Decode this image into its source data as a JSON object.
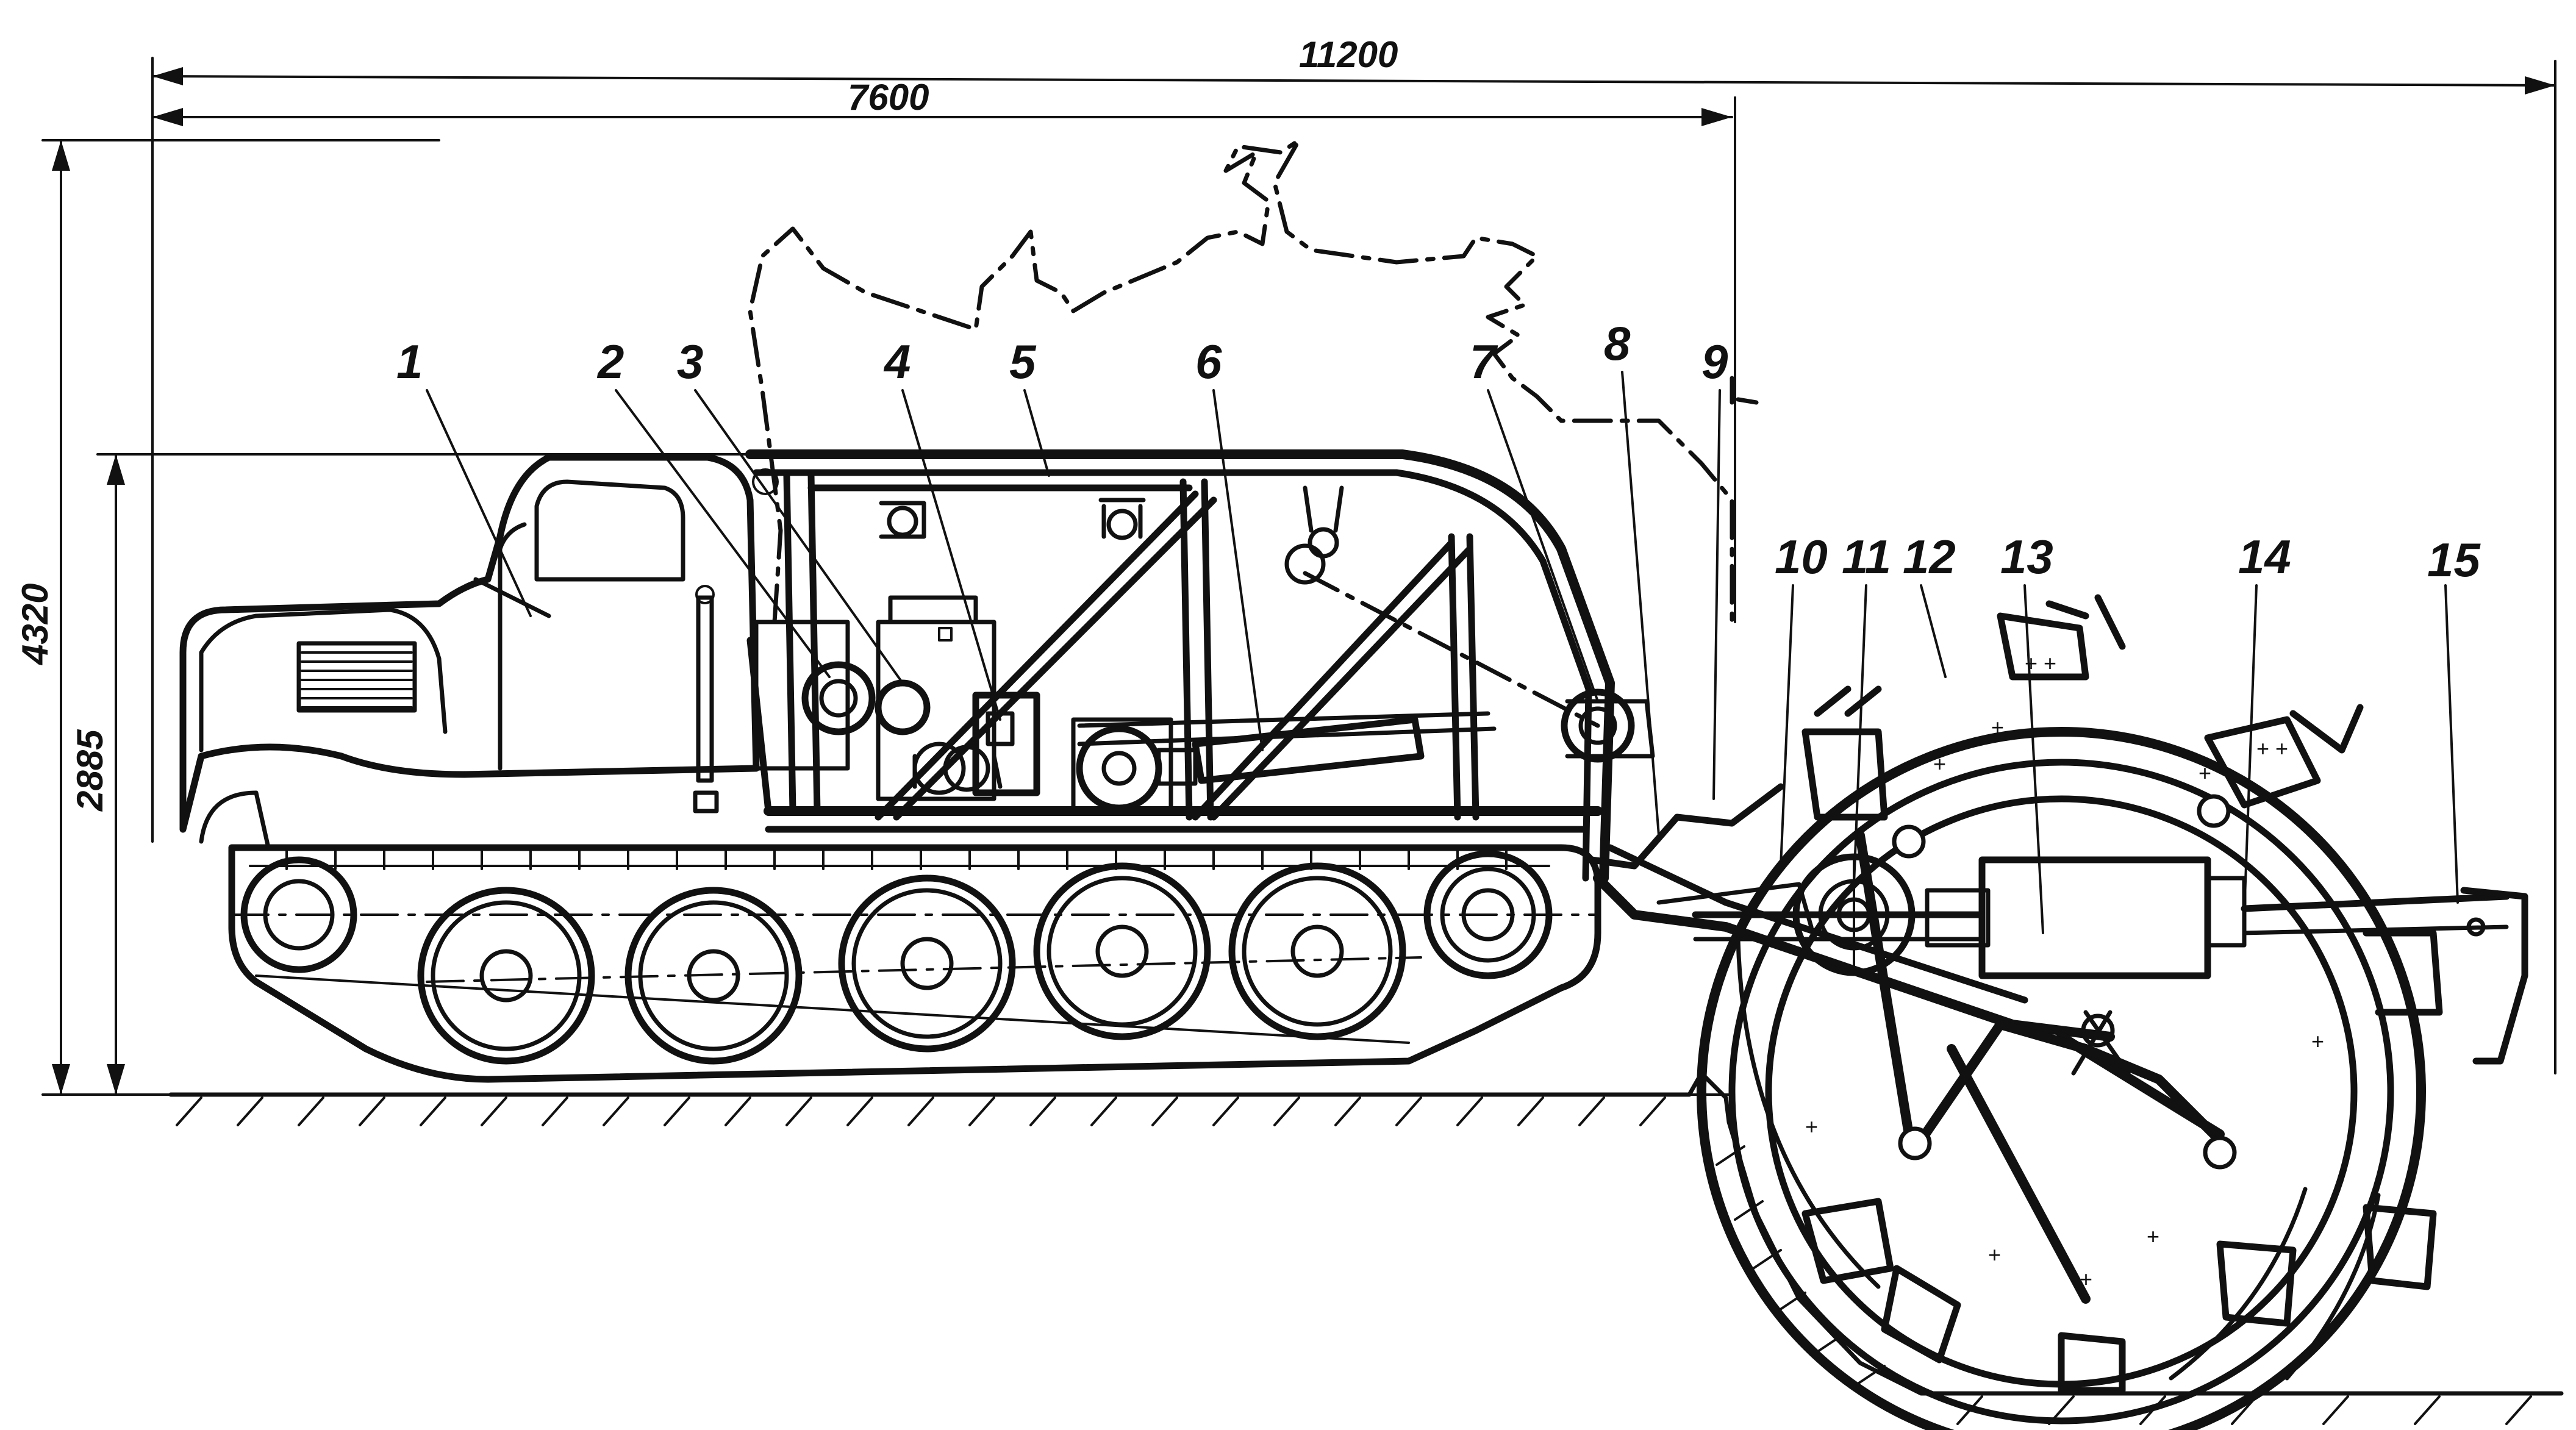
{
  "dimensions": {
    "overall_length": "11200",
    "base_length": "7600",
    "total_height": "4320",
    "cab_height": "2885"
  },
  "callouts": [
    "1",
    "2",
    "3",
    "4",
    "5",
    "6",
    "7",
    "8",
    "9",
    "10",
    "11",
    "12",
    "13",
    "14",
    "15"
  ]
}
